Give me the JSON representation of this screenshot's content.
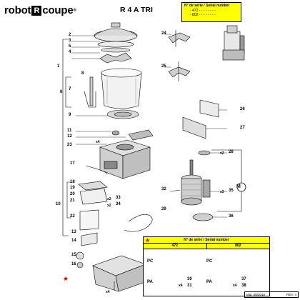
{
  "header": {
    "logo_left": "robot",
    "logo_mark": "R",
    "logo_right": "coupe",
    "logo_reg": "®",
    "model": "R 4 A TRI",
    "serial_heading": "N° de série / Serial number",
    "serial_rows": [
      "- 472 - - - - - -   - -",
      "- 802 - - - - - -   - -"
    ]
  },
  "legend": {
    "star": "★",
    "title": "N° de série / Serial number",
    "col1": "472",
    "col2": "802",
    "side_labels_left": [
      "PC",
      "PA"
    ],
    "side_labels_right": [
      "PC",
      "PA"
    ]
  },
  "footer": {
    "date": "Maj. 05/2016",
    "rev": "REV. 4"
  },
  "motor_symbol": "M",
  "parts": [
    {
      "id": "p1",
      "label": "1"
    },
    {
      "id": "p2",
      "label": "2"
    },
    {
      "id": "p3",
      "label": "3"
    },
    {
      "id": "p4",
      "label": "4"
    },
    {
      "id": "p5",
      "label": "5"
    },
    {
      "id": "p6",
      "label": "6"
    },
    {
      "id": "p7",
      "label": "7"
    },
    {
      "id": "p8",
      "label": "8"
    },
    {
      "id": "p9",
      "label": "9"
    },
    {
      "id": "p10",
      "label": "10"
    },
    {
      "id": "p11",
      "label": "11"
    },
    {
      "id": "p12",
      "label": "12"
    },
    {
      "id": "p13",
      "label": "13"
    },
    {
      "id": "p14",
      "label": "14"
    },
    {
      "id": "p15",
      "label": "15"
    },
    {
      "id": "p16",
      "label": "16"
    },
    {
      "id": "p17",
      "label": "17"
    },
    {
      "id": "p18",
      "label": "18"
    },
    {
      "id": "p19",
      "label": "19"
    },
    {
      "id": "p20",
      "label": "20"
    },
    {
      "id": "p21",
      "label": "21"
    },
    {
      "id": "p22",
      "label": "22"
    },
    {
      "id": "p23",
      "label": "23"
    },
    {
      "id": "p24",
      "label": "24"
    },
    {
      "id": "p25",
      "label": "25"
    },
    {
      "id": "p26",
      "label": "26"
    },
    {
      "id": "p27",
      "label": "27"
    },
    {
      "id": "p28",
      "label": "28"
    },
    {
      "id": "p29",
      "label": "29"
    },
    {
      "id": "p30",
      "label": "30"
    },
    {
      "id": "p31",
      "label": "31"
    },
    {
      "id": "p32",
      "label": "32"
    },
    {
      "id": "p33",
      "label": "33"
    },
    {
      "id": "p34",
      "label": "34"
    },
    {
      "id": "p35",
      "label": "35"
    },
    {
      "id": "p36",
      "label": "36"
    },
    {
      "id": "p37",
      "label": "37"
    },
    {
      "id": "p38",
      "label": "38"
    }
  ],
  "multipliers": {
    "x4_upper": "x4",
    "x2_a": "x2",
    "x2_b": "x2",
    "x4_base": "x4",
    "x4_legend_a": "x4",
    "x4_legend_b": "x4",
    "x2_right": "x2",
    "x3_right": "x3"
  }
}
